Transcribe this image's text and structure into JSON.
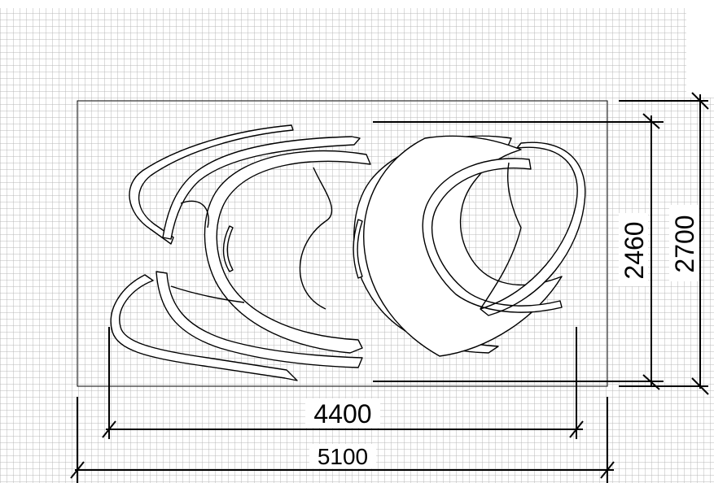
{
  "drawing": {
    "dimensions": {
      "inner_width": "4400",
      "outer_width": "5100",
      "inner_height": "2460",
      "outer_height": "2700"
    },
    "colors": {
      "grid": "#b8b8b8",
      "line": "#000000",
      "background": "#ffffff"
    }
  }
}
